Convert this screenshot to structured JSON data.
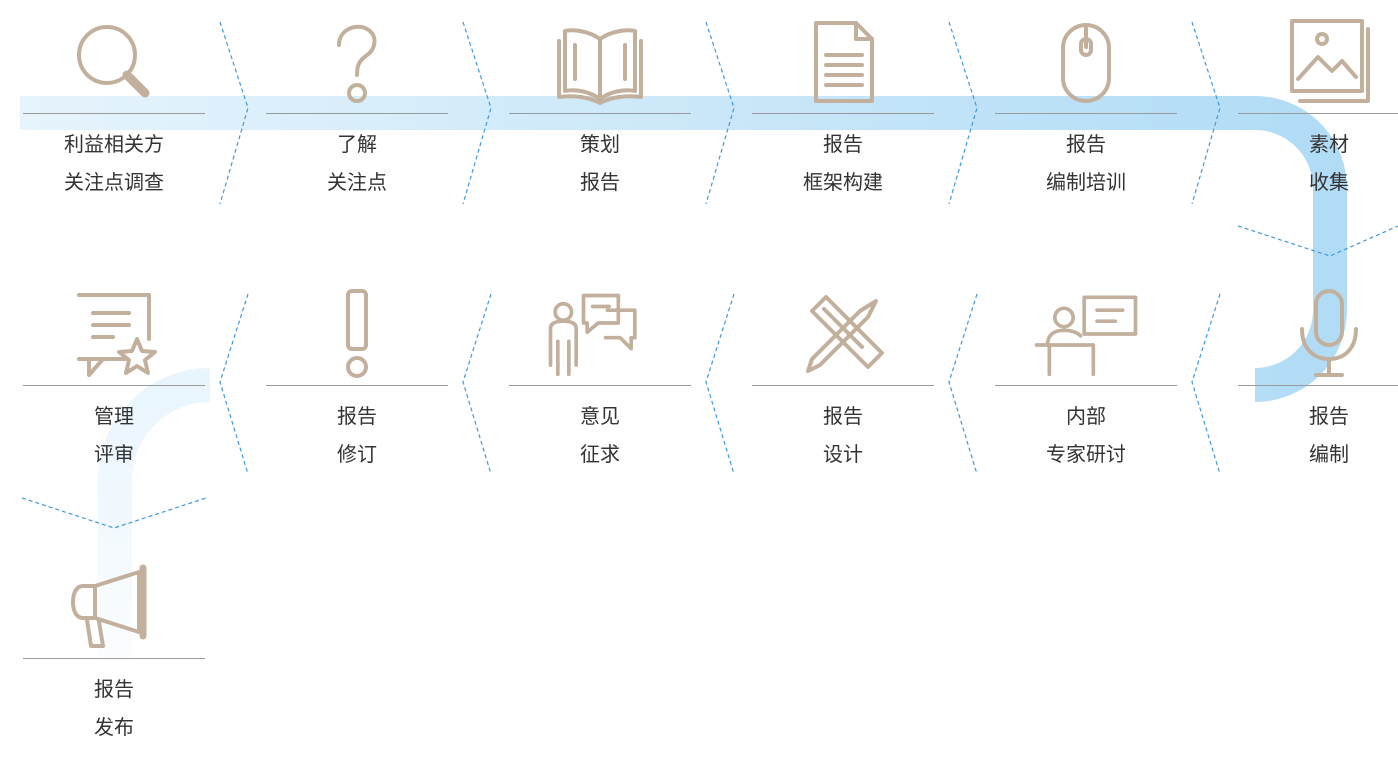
{
  "colors": {
    "icon": "#c2b09d",
    "flow_band_light": "#e6f4fc",
    "flow_band": "#b4def6",
    "separator": "#3e9ad8",
    "rule": "#9a9a9a",
    "text": "#333333"
  },
  "steps": [
    {
      "icon": "magnifier-icon",
      "lines": [
        "利益相关方",
        "关注点调查"
      ]
    },
    {
      "icon": "question-mark-icon",
      "lines": [
        "了解",
        "关注点"
      ]
    },
    {
      "icon": "open-book-icon",
      "lines": [
        "策划",
        "报告"
      ]
    },
    {
      "icon": "document-icon",
      "lines": [
        "报告",
        "框架构建"
      ]
    },
    {
      "icon": "mouse-icon",
      "lines": [
        "报告",
        "编制培训"
      ]
    },
    {
      "icon": "picture-icon",
      "lines": [
        "素材",
        "收集"
      ]
    },
    {
      "icon": "microphone-icon",
      "lines": [
        "报告",
        "编制"
      ]
    },
    {
      "icon": "presenter-desk-icon",
      "lines": [
        "内部",
        "专家研讨"
      ]
    },
    {
      "icon": "pencil-ruler-icon",
      "lines": [
        "报告",
        "设计"
      ]
    },
    {
      "icon": "person-speech-icon",
      "lines": [
        "意见",
        "征求"
      ]
    },
    {
      "icon": "exclamation-icon",
      "lines": [
        "报告",
        "修订"
      ]
    },
    {
      "icon": "speech-bubble-star-icon",
      "lines": [
        "管理",
        "评审"
      ]
    },
    {
      "icon": "megaphone-icon",
      "lines": [
        "报告",
        "发布"
      ]
    }
  ]
}
